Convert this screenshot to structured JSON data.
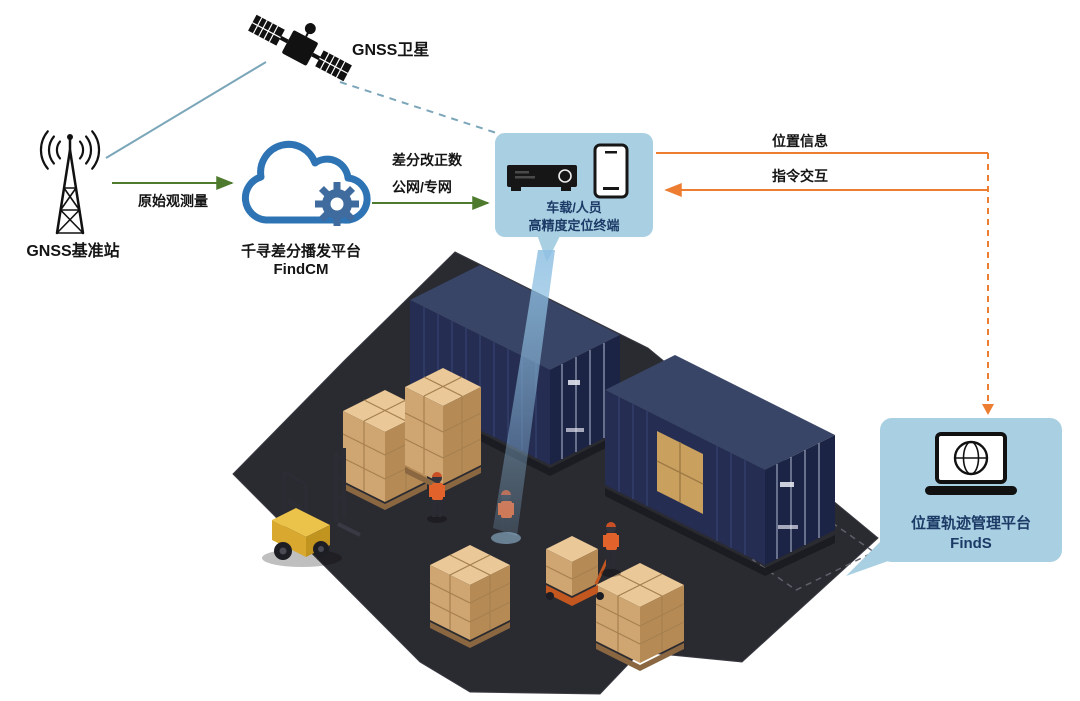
{
  "nodes": {
    "satellite": {
      "label": "GNSS卫星"
    },
    "base_station": {
      "label": "GNSS基准站"
    },
    "cloud": {
      "line1": "千寻差分播发平台",
      "line2": "FindCM"
    },
    "terminal": {
      "line1": "车载/人员",
      "line2": "高精度定位终端"
    },
    "platform": {
      "line1": "位置轨迹管理平台",
      "line2": "FindS"
    }
  },
  "links": {
    "raw_observation": {
      "label": "原始观测量"
    },
    "correction": {
      "line1": "差分改正数",
      "line2": "公网/专网"
    },
    "position_info": {
      "label": "位置信息"
    },
    "command": {
      "label": "指令交互"
    }
  },
  "colors": {
    "signal_teal": "#7ba6ba",
    "arrow_green": "#4e7a2e",
    "arrow_orange": "#ed7d31",
    "node_box_bg": "#a9cfe2",
    "node_text": "#1c3a66",
    "cloud_blue": "#2e74b5",
    "gear_blue": "#3f6b9e",
    "container_navy": "#252e52",
    "crate_tan": "#cfa671",
    "forklift_yellow": "#ecc34a",
    "ground_dark": "#2a2a31",
    "worker_vest_orange": "#e2622b"
  },
  "icons": [
    "gnss-satellite-icon",
    "radio-tower-icon",
    "cloud-icon",
    "gear-icon",
    "receiver-icon",
    "smartphone-icon",
    "laptop-globe-icon",
    "positioning-beam"
  ]
}
